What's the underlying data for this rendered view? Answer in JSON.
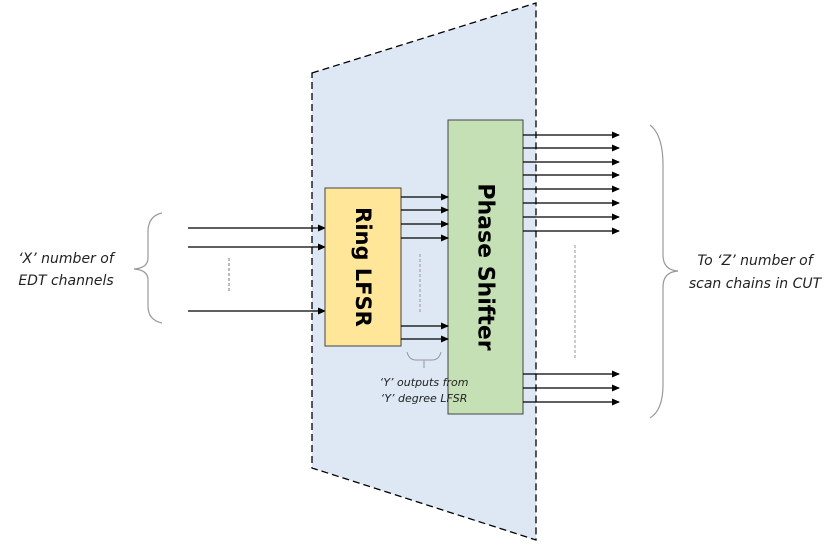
{
  "colors": {
    "container_fill": "#dde8f4",
    "ring_lfsr_fill": "#ffe699",
    "phase_shifter_fill": "#c5e0b4",
    "line": "#000000",
    "brace": "#999999"
  },
  "blocks": {
    "ring_lfsr": "Ring LFSR",
    "phase_shifter": "Phase Shifter"
  },
  "labels": {
    "input_line1": "‘X’ number of",
    "input_line2": "EDT channels",
    "lfsr_out_line1": "‘Y’ outputs from",
    "lfsr_out_line2": "‘Y’ degree LFSR",
    "output_line1": "To ‘Z’ number of",
    "output_line2": "scan chains in CUT"
  },
  "arrows": {
    "inputs": [
      228,
      247,
      311
    ],
    "lfsr_outputs": [
      197,
      210,
      224,
      238,
      326,
      339
    ],
    "ps_outputs": [
      135,
      148,
      162,
      175,
      189,
      203,
      217,
      231,
      374,
      388,
      402
    ]
  }
}
